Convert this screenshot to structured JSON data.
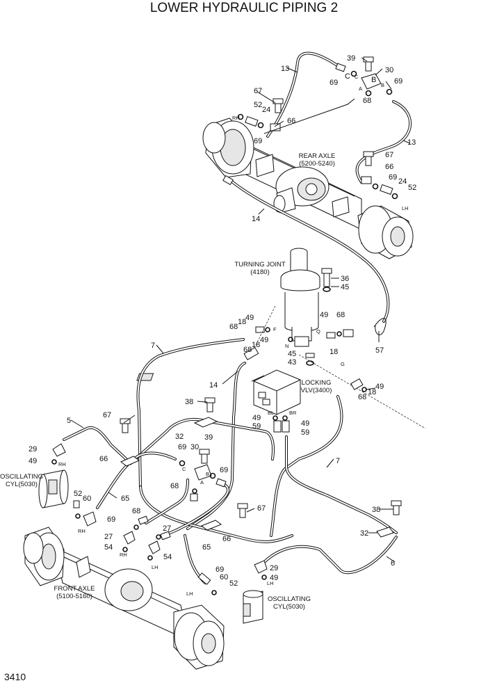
{
  "title": "LOWER HYDRAULIC PIPING 2",
  "page_number": "3410",
  "labels": {
    "rear_axle": "REAR AXLE",
    "rear_axle_code": "(5200-5240)",
    "turning_joint": "TURNING JOINT",
    "turning_joint_code": "(4180)",
    "locking_valve": "LOCKING",
    "locking_valve_code": "VLV(3400)",
    "oscillating_cyl_left": "OSCILLATING",
    "oscillating_cyl_left_code": "CYL(5030)",
    "oscillating_cyl_right": "OSCILLATING",
    "oscillating_cyl_right_code": "CYL(5030)",
    "front_axle": "FRONT AXLE",
    "front_axle_code": "(5100-5160)"
  },
  "side_marks": {
    "rh_rear": "RH",
    "lh_rear": "LH",
    "rh_cyl": "RH",
    "rh_front": "RH",
    "rh_front_fit": "RH",
    "lh_front_fit": "LH",
    "lh_front": "LH",
    "lh_cyl": "LH"
  },
  "port_marks": {
    "a1": "A",
    "b1": "B",
    "c1": "C",
    "f": "F",
    "n": "N",
    "q": "Q",
    "g": "G",
    "bl": "BL",
    "br": "BR",
    "a2": "A",
    "b2": "B",
    "c2": "C"
  },
  "callouts": [
    "13",
    "39",
    "30",
    "69",
    "C",
    "B",
    "69",
    "67",
    "52",
    "24",
    "66",
    "68",
    "13",
    "69",
    "67",
    "66",
    "69",
    "24",
    "52",
    "14",
    "36",
    "45",
    "68",
    "18",
    "49",
    "49",
    "68",
    "7",
    "49",
    "18",
    "68",
    "57",
    "18",
    "45",
    "43",
    "14",
    "49",
    "18",
    "68",
    "38",
    "67",
    "5",
    "29",
    "49",
    "32",
    "69",
    "30",
    "39",
    "66",
    "49",
    "59",
    "49",
    "59",
    "7",
    "69",
    "68",
    "65",
    "52",
    "60",
    "69",
    "68",
    "67",
    "27",
    "54",
    "38",
    "32",
    "27",
    "54",
    "66",
    "65",
    "6",
    "69",
    "60",
    "52",
    "29",
    "49"
  ]
}
